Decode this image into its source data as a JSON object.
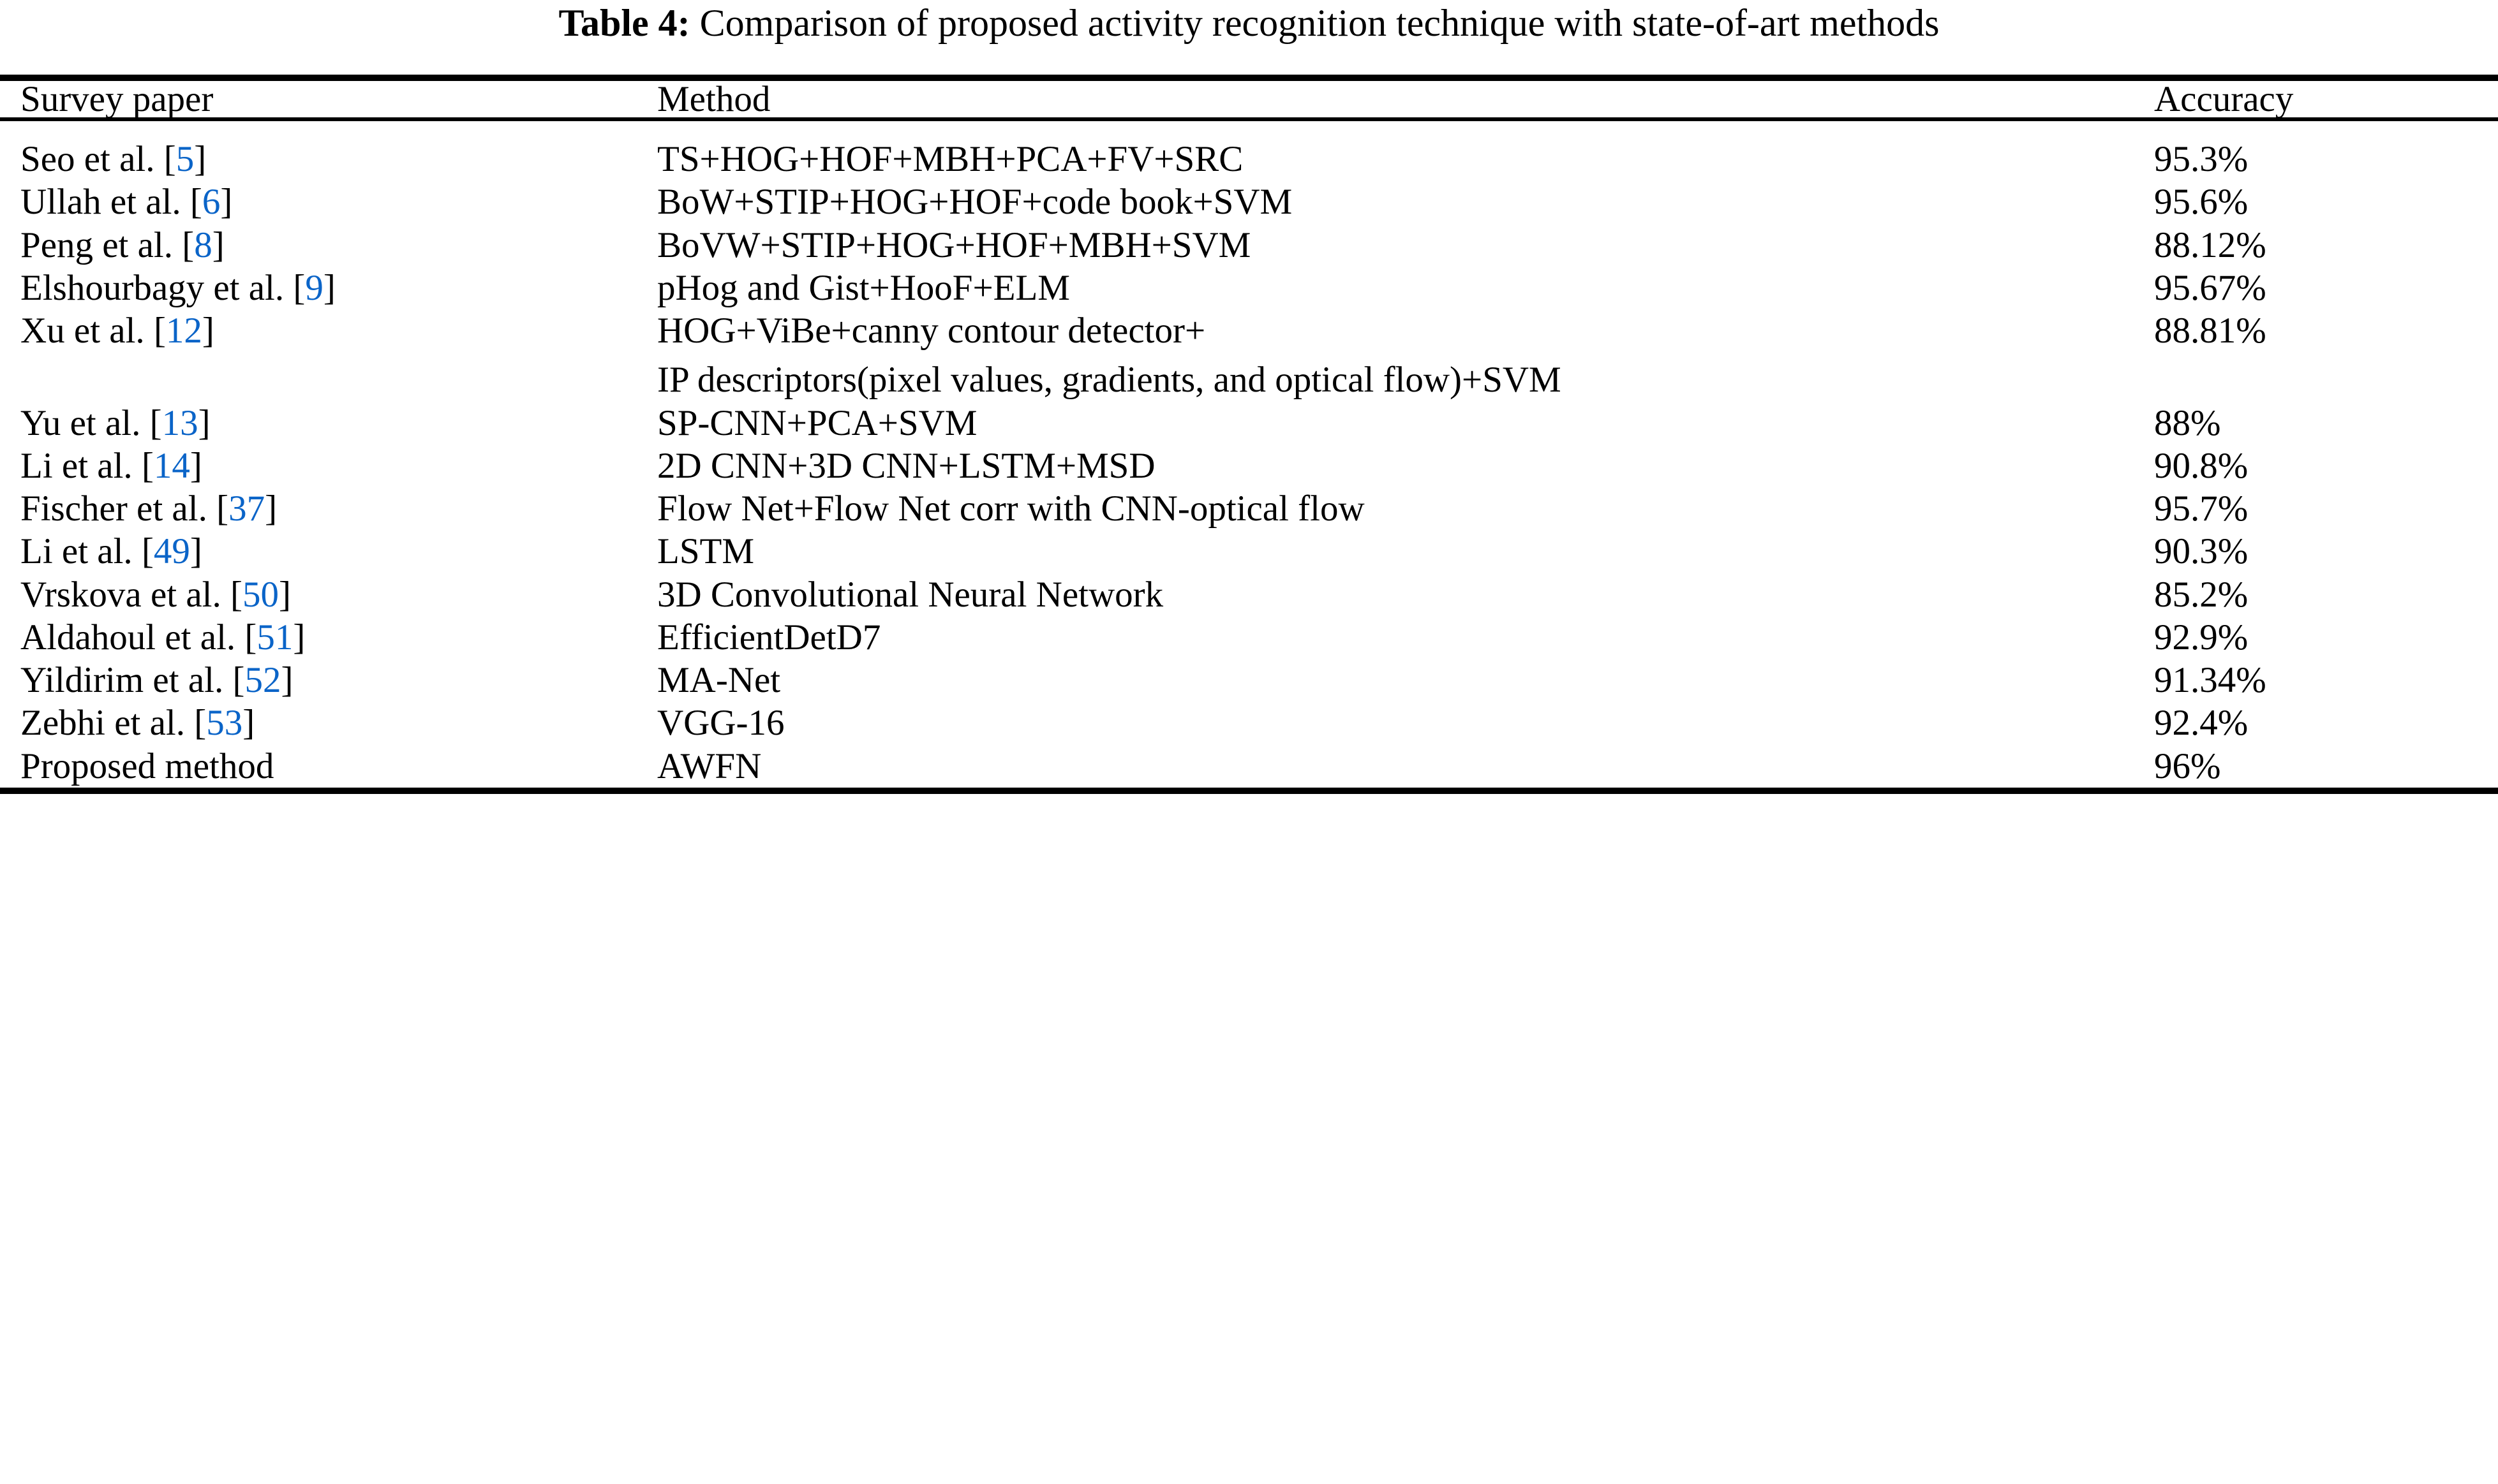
{
  "caption": {
    "label": "Table 4:",
    "text": "Comparison of proposed activity recognition technique with state-of-art methods"
  },
  "colors": {
    "citation_link": "#0a64c8",
    "text": "#000000",
    "background": "#ffffff",
    "rule": "#000000"
  },
  "table": {
    "columns": [
      {
        "key": "survey",
        "label": "Survey paper"
      },
      {
        "key": "method",
        "label": "Method"
      },
      {
        "key": "accuracy",
        "label": "Accuracy"
      }
    ],
    "rows": [
      {
        "survey_name": "Seo et al.",
        "citation": "5",
        "method_lines": [
          "TS+HOG+HOF+MBH+PCA+FV+SRC"
        ],
        "accuracy": "95.3%"
      },
      {
        "survey_name": "Ullah et al.",
        "citation": "6",
        "method_lines": [
          "BoW+STIP+HOG+HOF+code book+SVM"
        ],
        "accuracy": "95.6%"
      },
      {
        "survey_name": "Peng et al.",
        "citation": "8",
        "method_lines": [
          "BoVW+STIP+HOG+HOF+MBH+SVM"
        ],
        "accuracy": "88.12%"
      },
      {
        "survey_name": "Elshourbagy et al.",
        "citation": "9",
        "method_lines": [
          "pHog and Gist+HooF+ELM"
        ],
        "accuracy": "95.67%"
      },
      {
        "survey_name": "Xu et al.",
        "citation": "12",
        "method_lines": [
          "HOG+ViBe+canny contour detector+",
          "IP descriptors(pixel values, gradients, and optical flow)+SVM"
        ],
        "accuracy": "88.81%"
      },
      {
        "survey_name": "Yu et al.",
        "citation": "13",
        "method_lines": [
          "SP-CNN+PCA+SVM"
        ],
        "accuracy": "88%"
      },
      {
        "survey_name": "Li et al.",
        "citation": "14",
        "method_lines": [
          "2D CNN+3D CNN+LSTM+MSD"
        ],
        "accuracy": "90.8%"
      },
      {
        "survey_name": "Fischer et al.",
        "citation": "37",
        "method_lines": [
          "Flow Net+Flow Net corr with CNN-optical flow"
        ],
        "accuracy": "95.7%"
      },
      {
        "survey_name": "Li et al.",
        "citation": "49",
        "method_lines": [
          "LSTM"
        ],
        "accuracy": "90.3%"
      },
      {
        "survey_name": "Vrskova et al.",
        "citation": "50",
        "method_lines": [
          "3D Convolutional Neural Network"
        ],
        "accuracy": "85.2%"
      },
      {
        "survey_name": "Aldahoul et al.",
        "citation": "51",
        "method_lines": [
          "EfficientDetD7"
        ],
        "accuracy": "92.9%"
      },
      {
        "survey_name": "Yildirim et al.",
        "citation": "52",
        "method_lines": [
          "MA-Net"
        ],
        "accuracy": "91.34%"
      },
      {
        "survey_name": "Zebhi et al.",
        "citation": "53",
        "method_lines": [
          "VGG-16"
        ],
        "accuracy": "92.4%"
      },
      {
        "survey_name": "Proposed method",
        "citation": null,
        "method_lines": [
          "AWFN"
        ],
        "accuracy": "96%"
      }
    ]
  }
}
